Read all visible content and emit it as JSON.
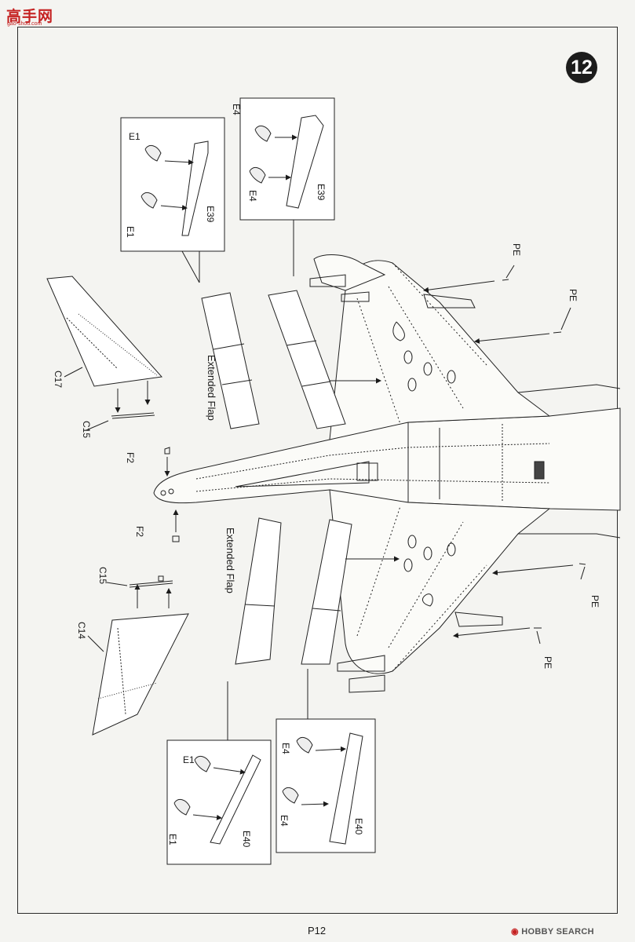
{
  "watermark": {
    "top": "高手网",
    "sub": "gao-shou.com"
  },
  "step_number": "12",
  "page_number": "P12",
  "publisher_mark": "HOBBY SEARCH",
  "labels": {
    "extended_flap": "Extended Flap",
    "e1": "E1",
    "e4": "E4",
    "e39": "E39",
    "e40": "E40",
    "c14": "C14",
    "c15": "C15",
    "c17": "C17",
    "f2": "F2",
    "pe": "PE"
  }
}
